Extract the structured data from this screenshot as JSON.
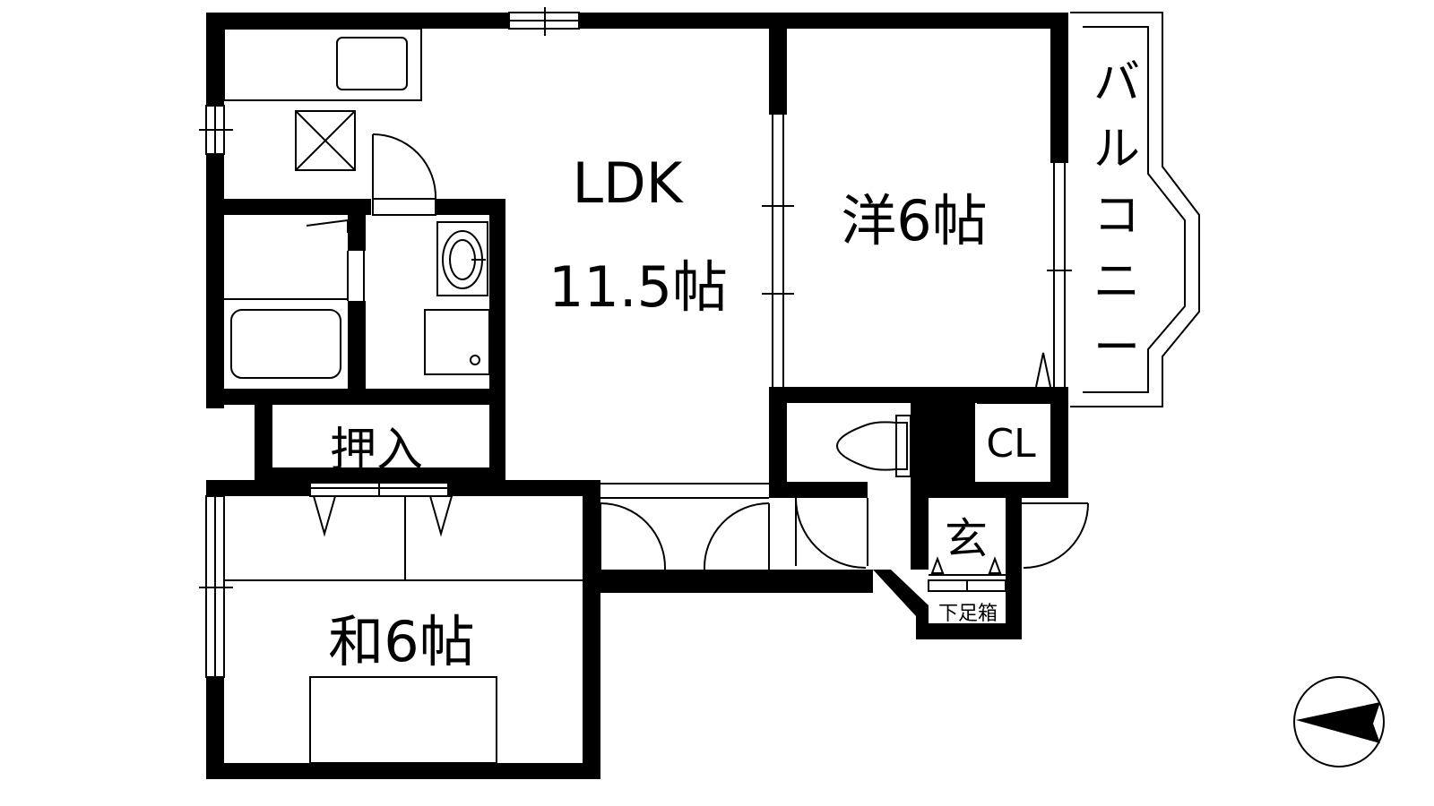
{
  "floorplan": {
    "ldk_label": "LDK",
    "ldk_size": "11.5帖",
    "western_room": "洋6帖",
    "japanese_room": "和6帖",
    "balcony": [
      "バ",
      "ル",
      "コ",
      "ニ",
      "ー"
    ],
    "closet_label": "押入",
    "cl_label": "CL",
    "entrance_label": "玄",
    "shoe_box_label": "下足箱"
  },
  "compass": {
    "icon": "north-arrow-icon"
  },
  "colors": {
    "wall": "#000000",
    "background": "#ffffff",
    "line": "#000000"
  }
}
